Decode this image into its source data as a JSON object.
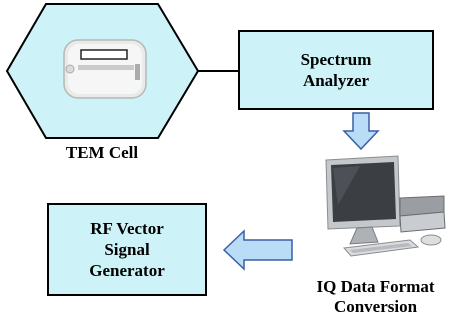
{
  "diagram": {
    "tem_cell_label": "TEM Cell",
    "spectrum_analyzer": [
      "Spectrum",
      "Analyzer"
    ],
    "rf_generator": [
      "RF Vector",
      "Signal",
      "Generator"
    ],
    "iq_conversion": [
      "IQ Data Format",
      "Conversion"
    ]
  },
  "colors": {
    "box_fill": "#cdf3f8",
    "arrow_fill": "#b9dcf7",
    "arrow_stroke": "#3c5fa6",
    "stroke": "#000000"
  },
  "icons": [
    "tem-cell-device-icon",
    "computer-workstation-icon"
  ]
}
